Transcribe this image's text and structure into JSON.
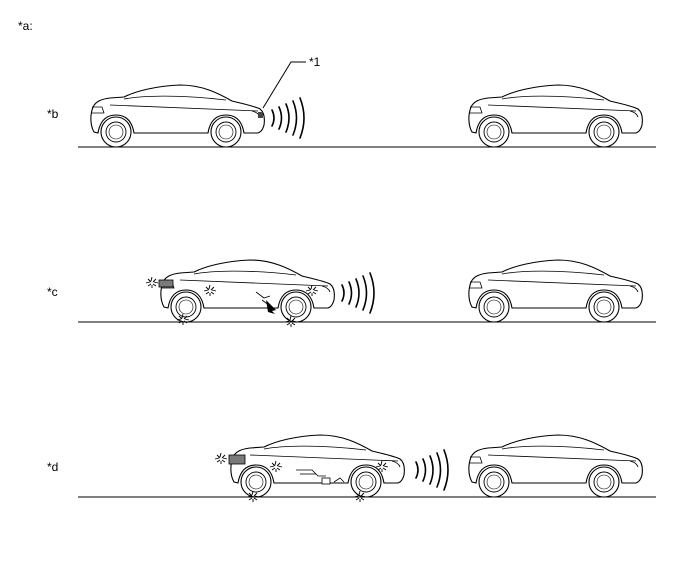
{
  "labels": {
    "a": "*a:",
    "b": "*b",
    "c": "*c",
    "d": "*d",
    "callout_1": "*1"
  }
}
